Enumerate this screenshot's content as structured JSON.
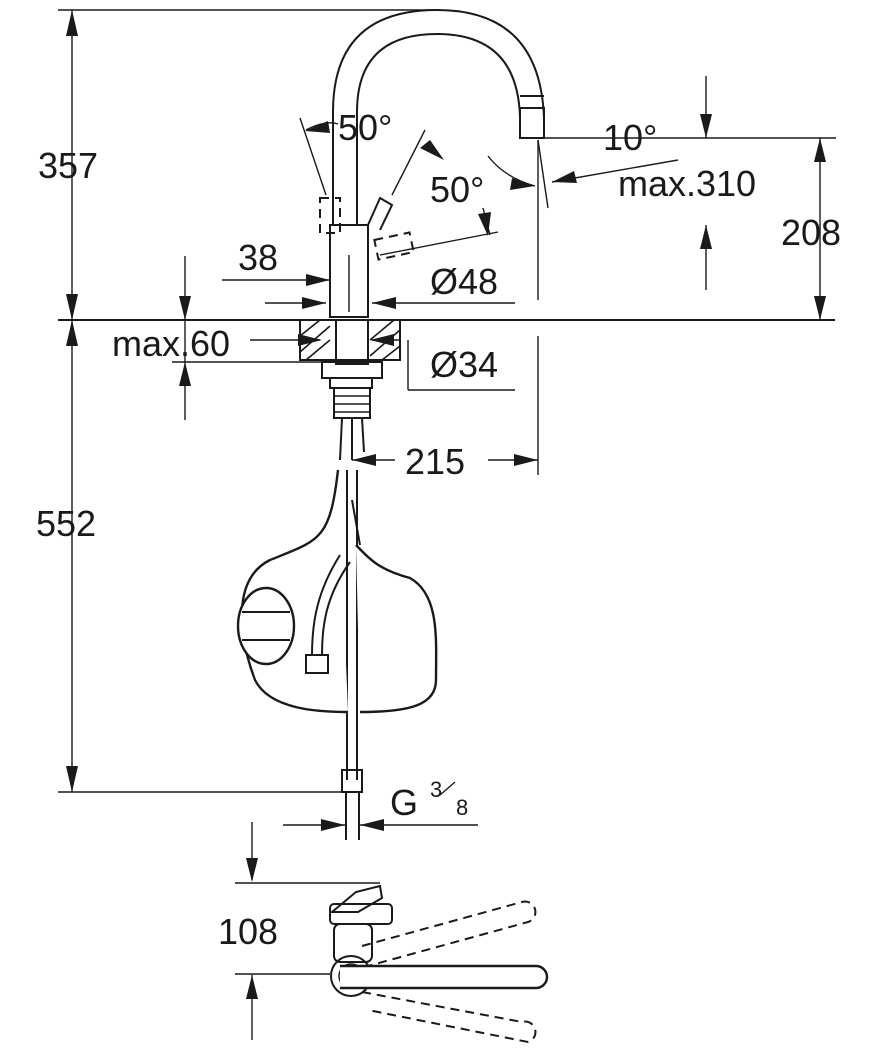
{
  "dimensions": {
    "height_above_deck": "357",
    "height_below_deck": "552",
    "deck_thickness": "max.60",
    "lever_body_width": "38",
    "body_diameter": "Ø48",
    "shank_diameter": "Ø34",
    "spout_reach": "215",
    "spout_height": "208",
    "pullout_max": "max.310",
    "lever_angle_up": "50°",
    "lever_angle_side": "50°",
    "spout_tilt": "10°",
    "thread_prefix": "G",
    "thread_numerator": "3",
    "thread_denominator": "8",
    "plan_view_offset": "108"
  }
}
